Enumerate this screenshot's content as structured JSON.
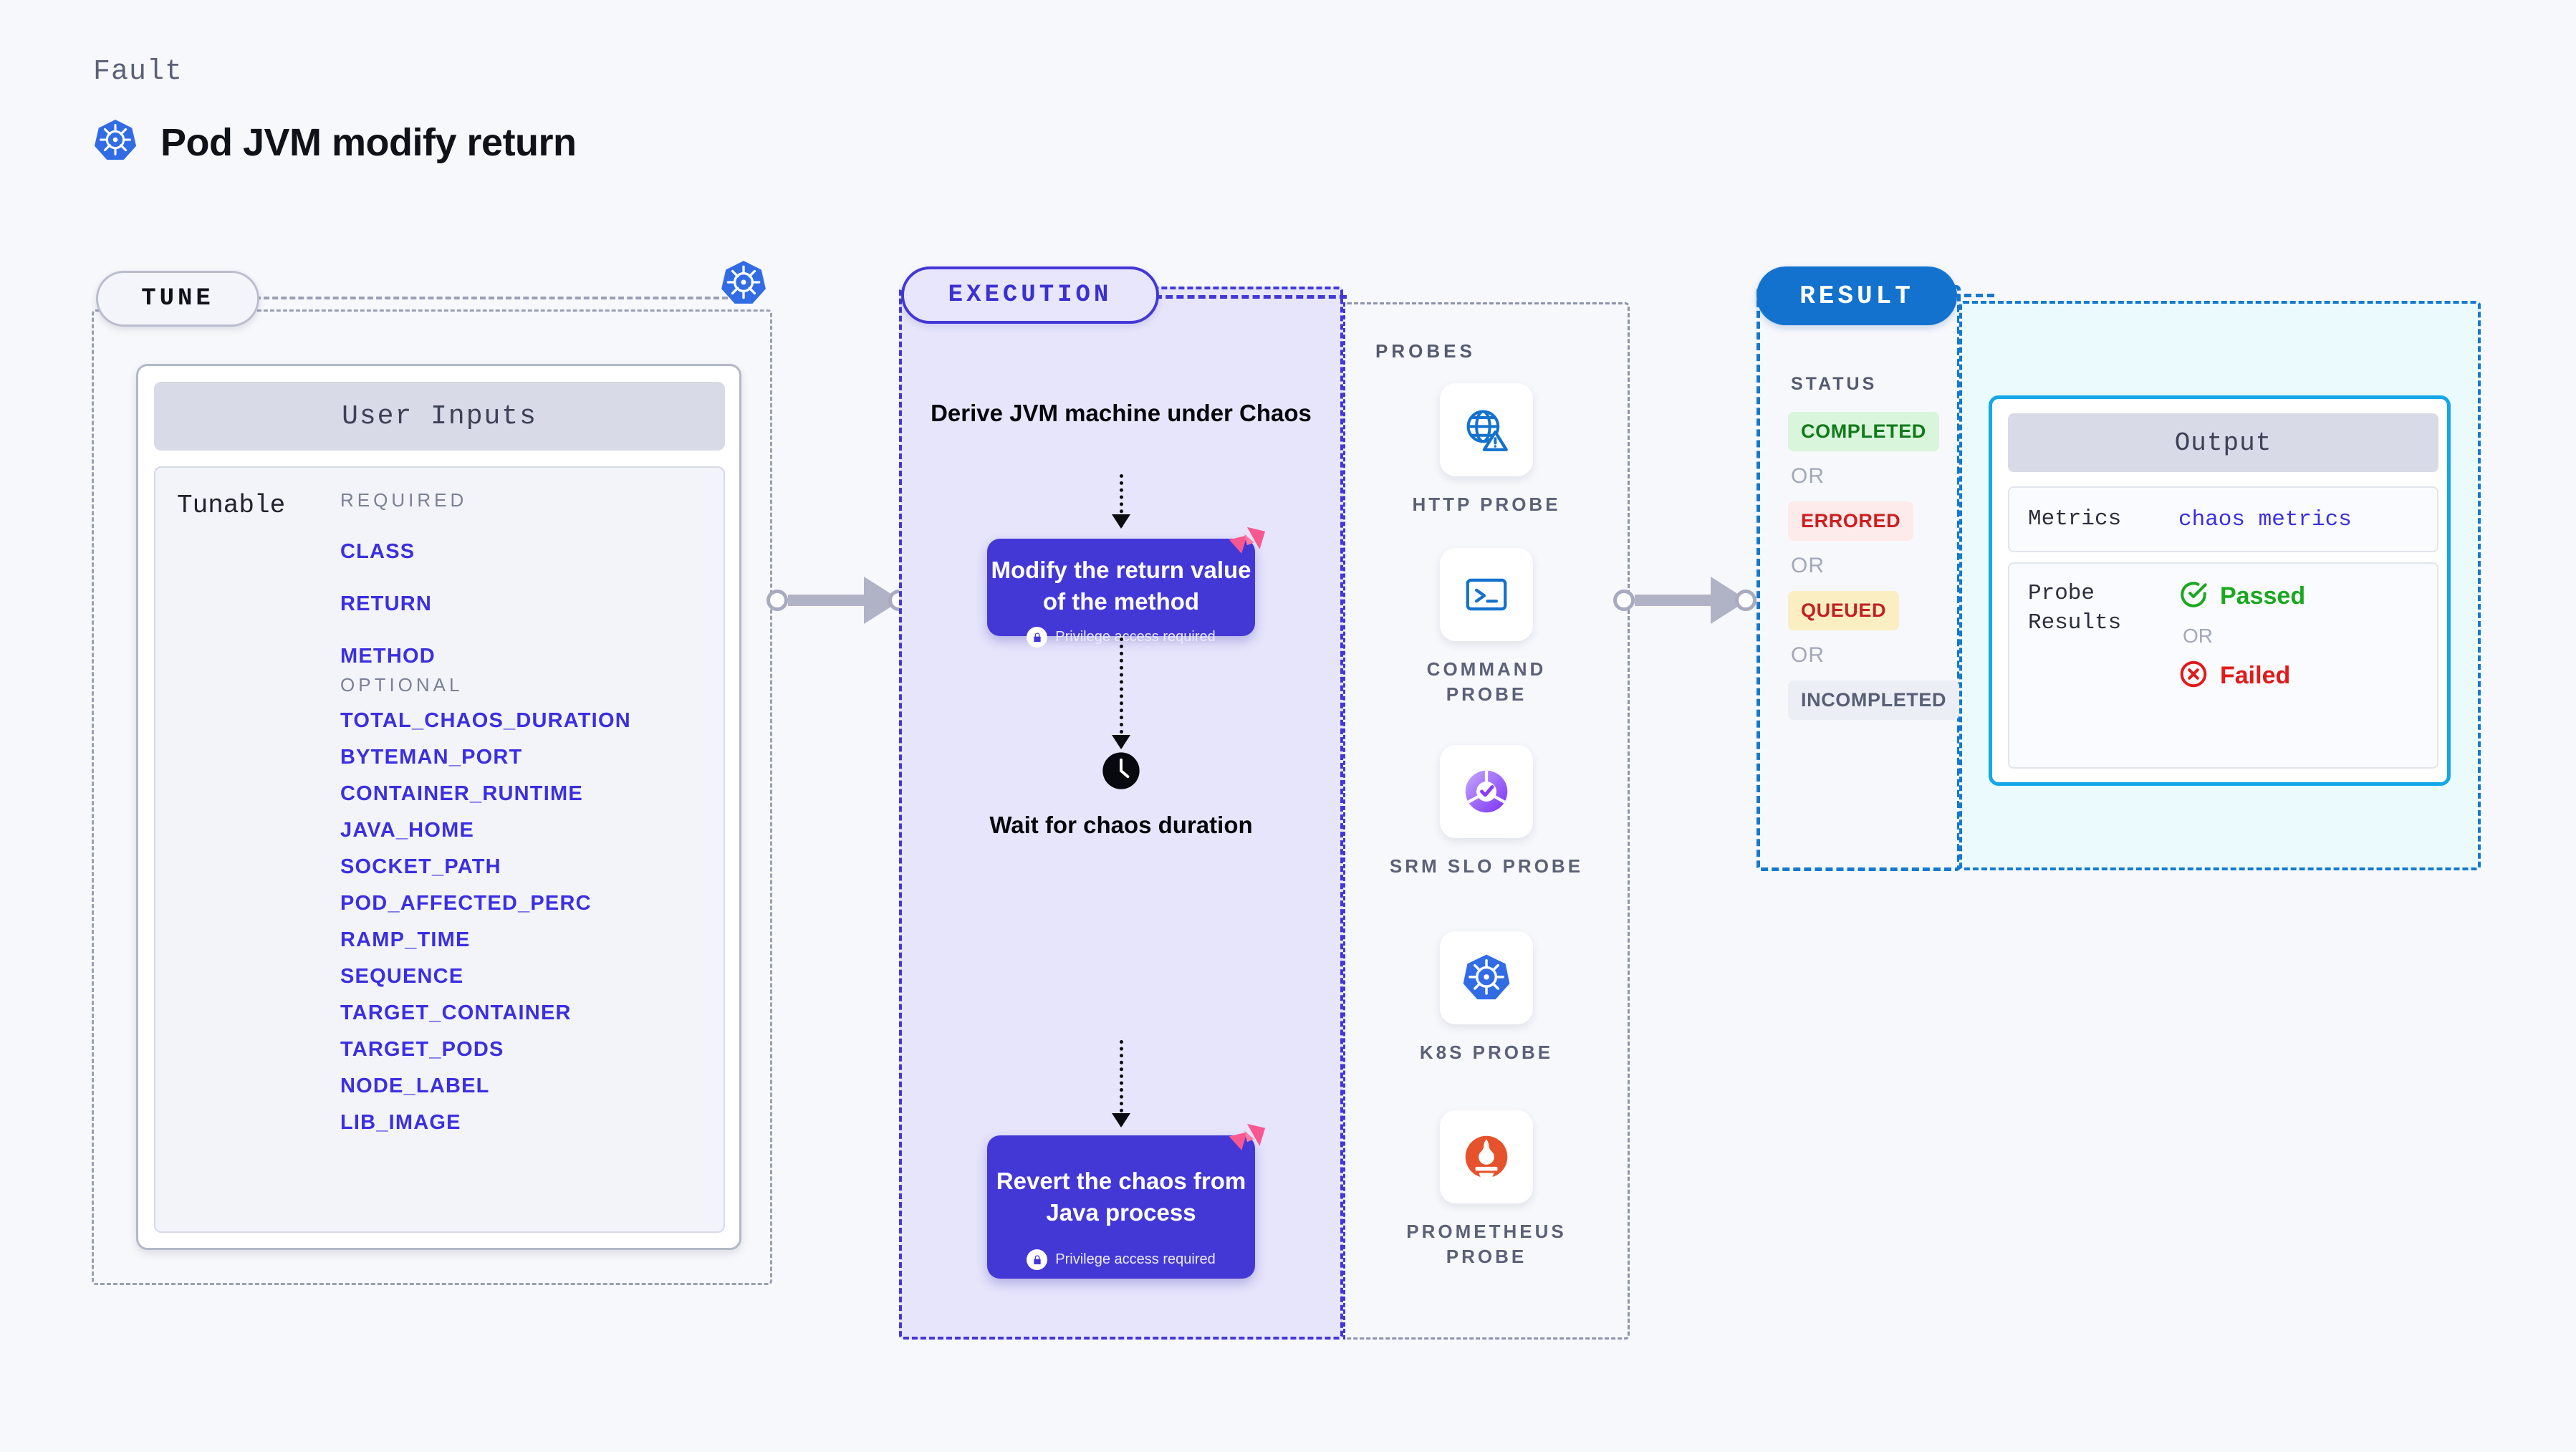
{
  "header": {
    "kicker": "Fault",
    "title": "Pod JVM modify return",
    "icon": "kubernetes-icon"
  },
  "tune": {
    "pill_label": "TUNE",
    "card_title": "User Inputs",
    "tunable_label": "Tunable",
    "required_heading": "REQUIRED",
    "required": [
      "CLASS",
      "RETURN",
      "METHOD"
    ],
    "optional_heading": "OPTIONAL",
    "optional": [
      "TOTAL_CHAOS_DURATION",
      "BYTEMAN_PORT",
      "CONTAINER_RUNTIME",
      "JAVA_HOME",
      "SOCKET_PATH",
      "POD_AFFECTED_PERC",
      "RAMP_TIME",
      "SEQUENCE",
      "TARGET_CONTAINER",
      "TARGET_PODS",
      "NODE_LABEL",
      "LIB_IMAGE"
    ]
  },
  "execution": {
    "pill_label": "EXECUTION",
    "step1_title": "Derive JVM machine under Chaos",
    "node1_text": "Modify the return value of the method",
    "node1_badge": "Privilege access required",
    "wait_label": "Wait for chaos duration",
    "wait_icon": "clock-icon",
    "node2_text": "Revert the chaos from Java process",
    "node2_badge": "Privilege access required",
    "badge_icon": "lock-icon",
    "tag_icon": "litmus-chaos-icon"
  },
  "probes": {
    "title": "PROBES",
    "items": [
      {
        "label": "HTTP PROBE",
        "icon": "globe-warning-icon"
      },
      {
        "label": "COMMAND PROBE",
        "icon": "terminal-icon"
      },
      {
        "label": "SRM SLO PROBE",
        "icon": "slo-gauge-icon"
      },
      {
        "label": "K8S PROBE",
        "icon": "kubernetes-icon"
      },
      {
        "label": "PROMETHEUS PROBE",
        "icon": "prometheus-icon"
      }
    ]
  },
  "result": {
    "pill_label": "RESULT",
    "status_title": "STATUS",
    "or_label": "OR",
    "statuses": [
      {
        "label": "COMPLETED",
        "bg": "#d9f5dc",
        "fg": "#127a1a"
      },
      {
        "label": "ERRORED",
        "bg": "#fdeaea",
        "fg": "#cc1f1f"
      },
      {
        "label": "QUEUED",
        "bg": "#fbeec2",
        "fg": "#c02222"
      },
      {
        "label": "INCOMPLETED",
        "bg": "#eceef5",
        "fg": "#585e75"
      }
    ]
  },
  "output": {
    "card_title": "Output",
    "metrics_key": "Metrics",
    "metrics_value": "chaos metrics",
    "probe_results_key": "Probe Results",
    "passed_label": "Passed",
    "failed_label": "Failed",
    "or_label": "OR",
    "passed_icon": "check-circle-icon",
    "failed_icon": "x-circle-icon"
  },
  "colors": {
    "accent_purple": "#4338d6",
    "accent_blue": "#1472cf",
    "accent_cyan": "#13a7e8",
    "k8s_blue": "#326ce5",
    "litmus_pink": "#f8578f",
    "passed_green": "#1aa81f",
    "failed_red": "#e01b1b",
    "page_bg": "#f7f8fc"
  }
}
